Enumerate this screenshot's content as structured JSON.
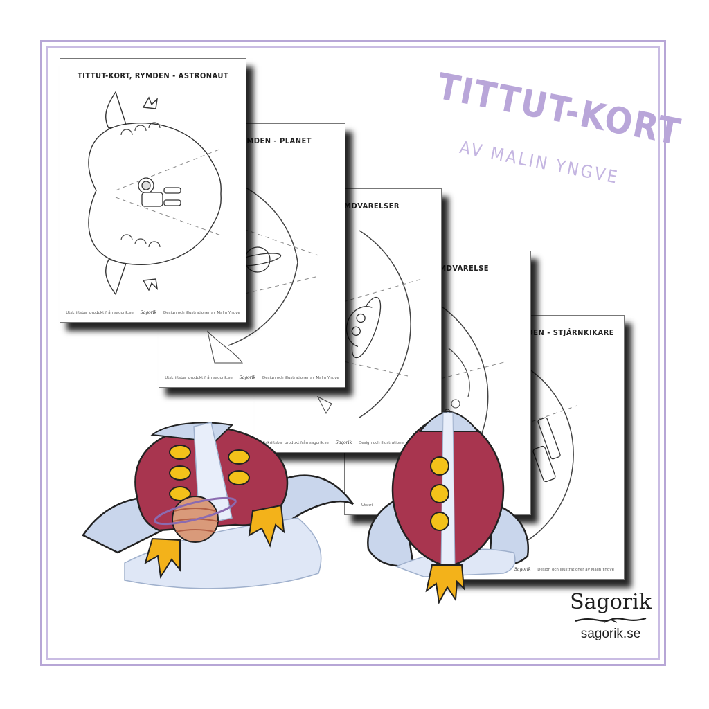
{
  "heading": "TITTUT-KORT",
  "subheading": "AV MALIN YNGVE",
  "sheets": [
    {
      "title": "TITTUT-KORT, RYMDEN - ASTRONAUT",
      "footer_left": "Utskriftsbar produkt från sagorik.se",
      "footer_right": "Design och illustrationer av Malin Yngve"
    },
    {
      "title": "RYMDEN - PLANET",
      "footer_left": "Utskriftsbar produkt från sagorik.se",
      "footer_right": "Design och illustrationer av Malin Yngve"
    },
    {
      "title": "DEN - RYMDVARELSER",
      "footer_left": "Utskriftsbar produkt från sagorik.se",
      "footer_right": "Design och illustrationer av Malin Yngve"
    },
    {
      "title": "N - RYMDVARELSE",
      "footer_left": "Utskri",
      "footer_right": ""
    },
    {
      "title": "DEN - STJÄRNKIKARE",
      "footer_left": "",
      "footer_right": "Design och illustrationer av Malin Yngve"
    }
  ],
  "mini_logo": "Sagorik",
  "logo": {
    "word": "Sagorik",
    "url": "sagorik.se"
  },
  "colors": {
    "frame": "#b7a6d6",
    "heading": "#b9a6d9",
    "rocket_body": "#a8354f",
    "porthole": "#f3c21a",
    "flame": "#f3b21a",
    "wing": "#c9d6ec"
  }
}
